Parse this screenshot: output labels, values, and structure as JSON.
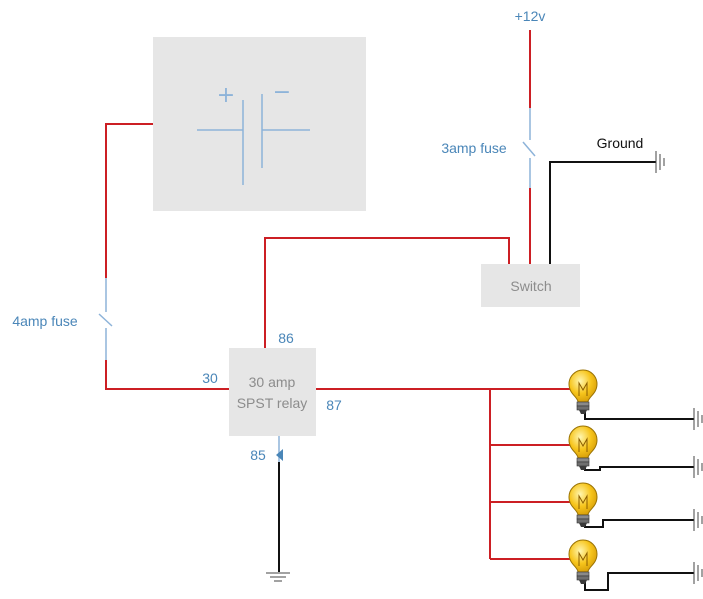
{
  "labels": {
    "supply": "+12v",
    "ground": "Ground",
    "fuse_3a": "3amp fuse",
    "fuse_4a": "4amp fuse",
    "switch": "Switch",
    "relay_line1": "30 amp",
    "relay_line2": "SPST relay",
    "pin_30": "30",
    "pin_85": "85",
    "pin_86": "86",
    "pin_87": "87"
  },
  "battery": {
    "plus_symbol": "+",
    "minus_symbol": "−"
  },
  "lamps": [
    "lamp-1",
    "lamp-2",
    "lamp-3",
    "lamp-4"
  ],
  "colors": {
    "wire_power": "#cc1f24",
    "wire_ground": "#111111",
    "label_blue": "#4a86b8",
    "box_fill": "#e6e6e6",
    "bulb_yellow": "#f7c51c"
  }
}
